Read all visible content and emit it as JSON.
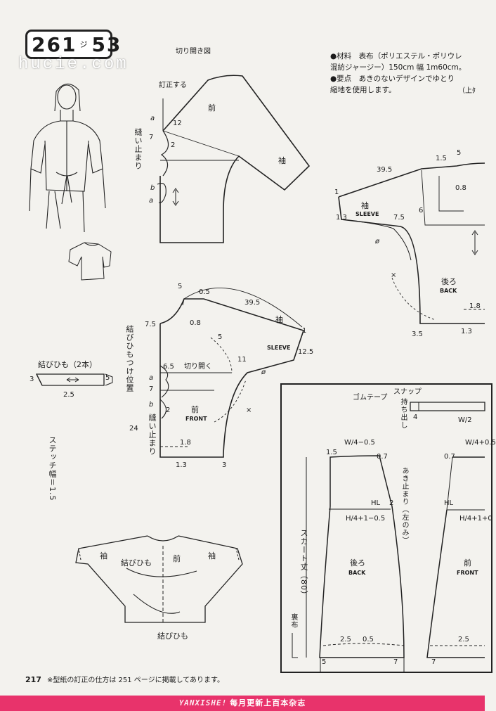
{
  "header": {
    "badge_number": "261",
    "badge_sub": "ジ",
    "badge_code": "53",
    "watermark": "hucie.com"
  },
  "materials": {
    "line1": "●材料　表布（ポリエステル・ポリウレ",
    "line2": "混紡ジャージー）150cm 幅 1m60cm。",
    "line3": "●要点　あきのないデザインでゆとり",
    "line4": "縮地を使用します。",
    "line4_right": "（上ﾀ"
  },
  "pattern": {
    "cut_open_title": "切り開き図",
    "correct": "訂正する",
    "front": "前",
    "sleeve": "袖",
    "sleeve_en": "SLEEVE",
    "front_en": "FRONT",
    "back": "後ろ",
    "back_en": "BACK",
    "sew_stop": "縫い止まり",
    "cut_open": "切り開く",
    "tie_position": "結びひもつけ位置",
    "tie": "結びひも",
    "tie_count": "結びひも（2本）",
    "stitch_width": "ステッチ幅＝1.5",
    "n_12": "12",
    "n_7": "7",
    "n_2": "2",
    "n_a": "a",
    "n_b": "b",
    "n_1": "1",
    "n_5": "5",
    "n_05": "0.5",
    "n_395": "39.5",
    "n_75": "7.5",
    "n_08": "0.8",
    "n_65": "6.5",
    "n_11": "11",
    "n_125": "12.5",
    "n_24": "24",
    "n_18": "1.8",
    "n_13": "1.3",
    "n_3": "3",
    "n_25": "2.5",
    "n_15": "1.5",
    "n_6": "6",
    "n_35": "3.5",
    "n_phi": "ø",
    "n_x": "×"
  },
  "skirt": {
    "elastic": "ゴムテープ",
    "snap": "スナップ",
    "protrude": "持ち出し",
    "w4_05": "W/4−0.5",
    "w4_05b": "W/4+0.5",
    "w2": "W/2",
    "n4": "4",
    "hl": "HL",
    "h4": "H/4+1−0.5",
    "h4b": "H/4+1+0",
    "opening": "あき止まり（左のみ）",
    "skirt_length": "スカート丈（80）",
    "lining": "裏布",
    "back": "後ろ",
    "back_en": "BACK",
    "front": "前",
    "front_en": "FRONT",
    "n_15": "1.5",
    "n_07": "0.7",
    "n_2": "2",
    "n_25": "2.5",
    "n_05": "0.5",
    "n_5": "5",
    "n_7": "7"
  },
  "footer": {
    "page_number": "217",
    "note": "※型紙の訂正の仕方は 251 ページに掲載してあります。",
    "brand": "YANXISHE!",
    "tagline": "每月更新上百本杂志"
  }
}
